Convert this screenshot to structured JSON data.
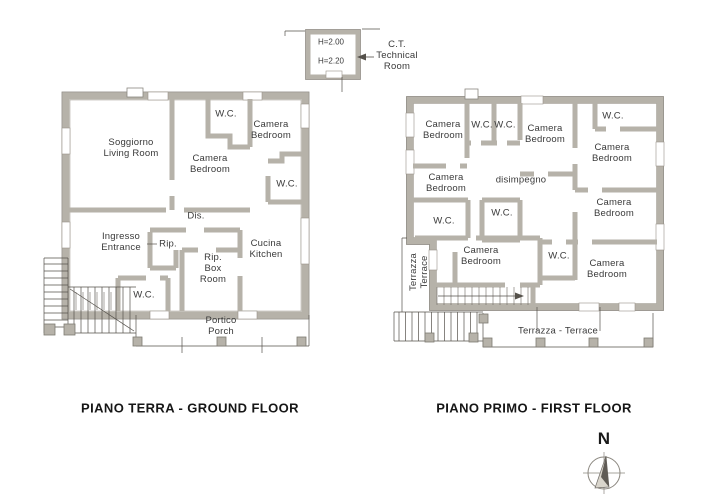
{
  "tech_room": {
    "h_top": "H=2.00",
    "h_bottom": "H=2.20",
    "label": "C.T.\nTechnical\nRoom"
  },
  "ground": {
    "title": "PIANO TERRA - GROUND FLOOR",
    "rooms": {
      "soggiorno": "Soggiorno\nLiving Room",
      "camera_mid": "Camera\nBedroom",
      "wc_top": "W.C.",
      "camera_tr": "Camera\nBedroom",
      "wc_right": "W.C.",
      "dis": "Dis.",
      "ingresso": "Ingresso\nEntrance",
      "rip": "Rip.",
      "rip_box": "Rip.\nBox\nRoom",
      "cucina": "Cucina\nKitchen",
      "wc_bottom": "W.C.",
      "portico": "Portico\nPorch"
    }
  },
  "first": {
    "title": "PIANO PRIMO - FIRST FLOOR",
    "rooms": {
      "camera_tl": "Camera\nBedroom",
      "wc_t1": "W.C.",
      "wc_t2": "W.C.",
      "camera_tc": "Camera\nBedroom",
      "wc_tr": "W.C.",
      "camera_r1": "Camera\nBedroom",
      "disimpegno": "disimpegno",
      "camera_ml": "Camera\nBedroom",
      "camera_r2": "Camera\nBedroom",
      "wc_l": "W.C.",
      "wc_c": "W.C.",
      "camera_cb": "Camera\nBedroom",
      "wc_r": "W.C.",
      "camera_br": "Camera\nBedroom",
      "terrazza_side": "Terrazza\nTerrace",
      "terrazza_bottom": "Terrazza - Terrace"
    }
  },
  "compass": {
    "north": "N"
  },
  "colors": {
    "wall": "#b6b2a9",
    "wall_edge": "#8b877f",
    "line": "#55514b",
    "text": "#3a3a3a"
  }
}
